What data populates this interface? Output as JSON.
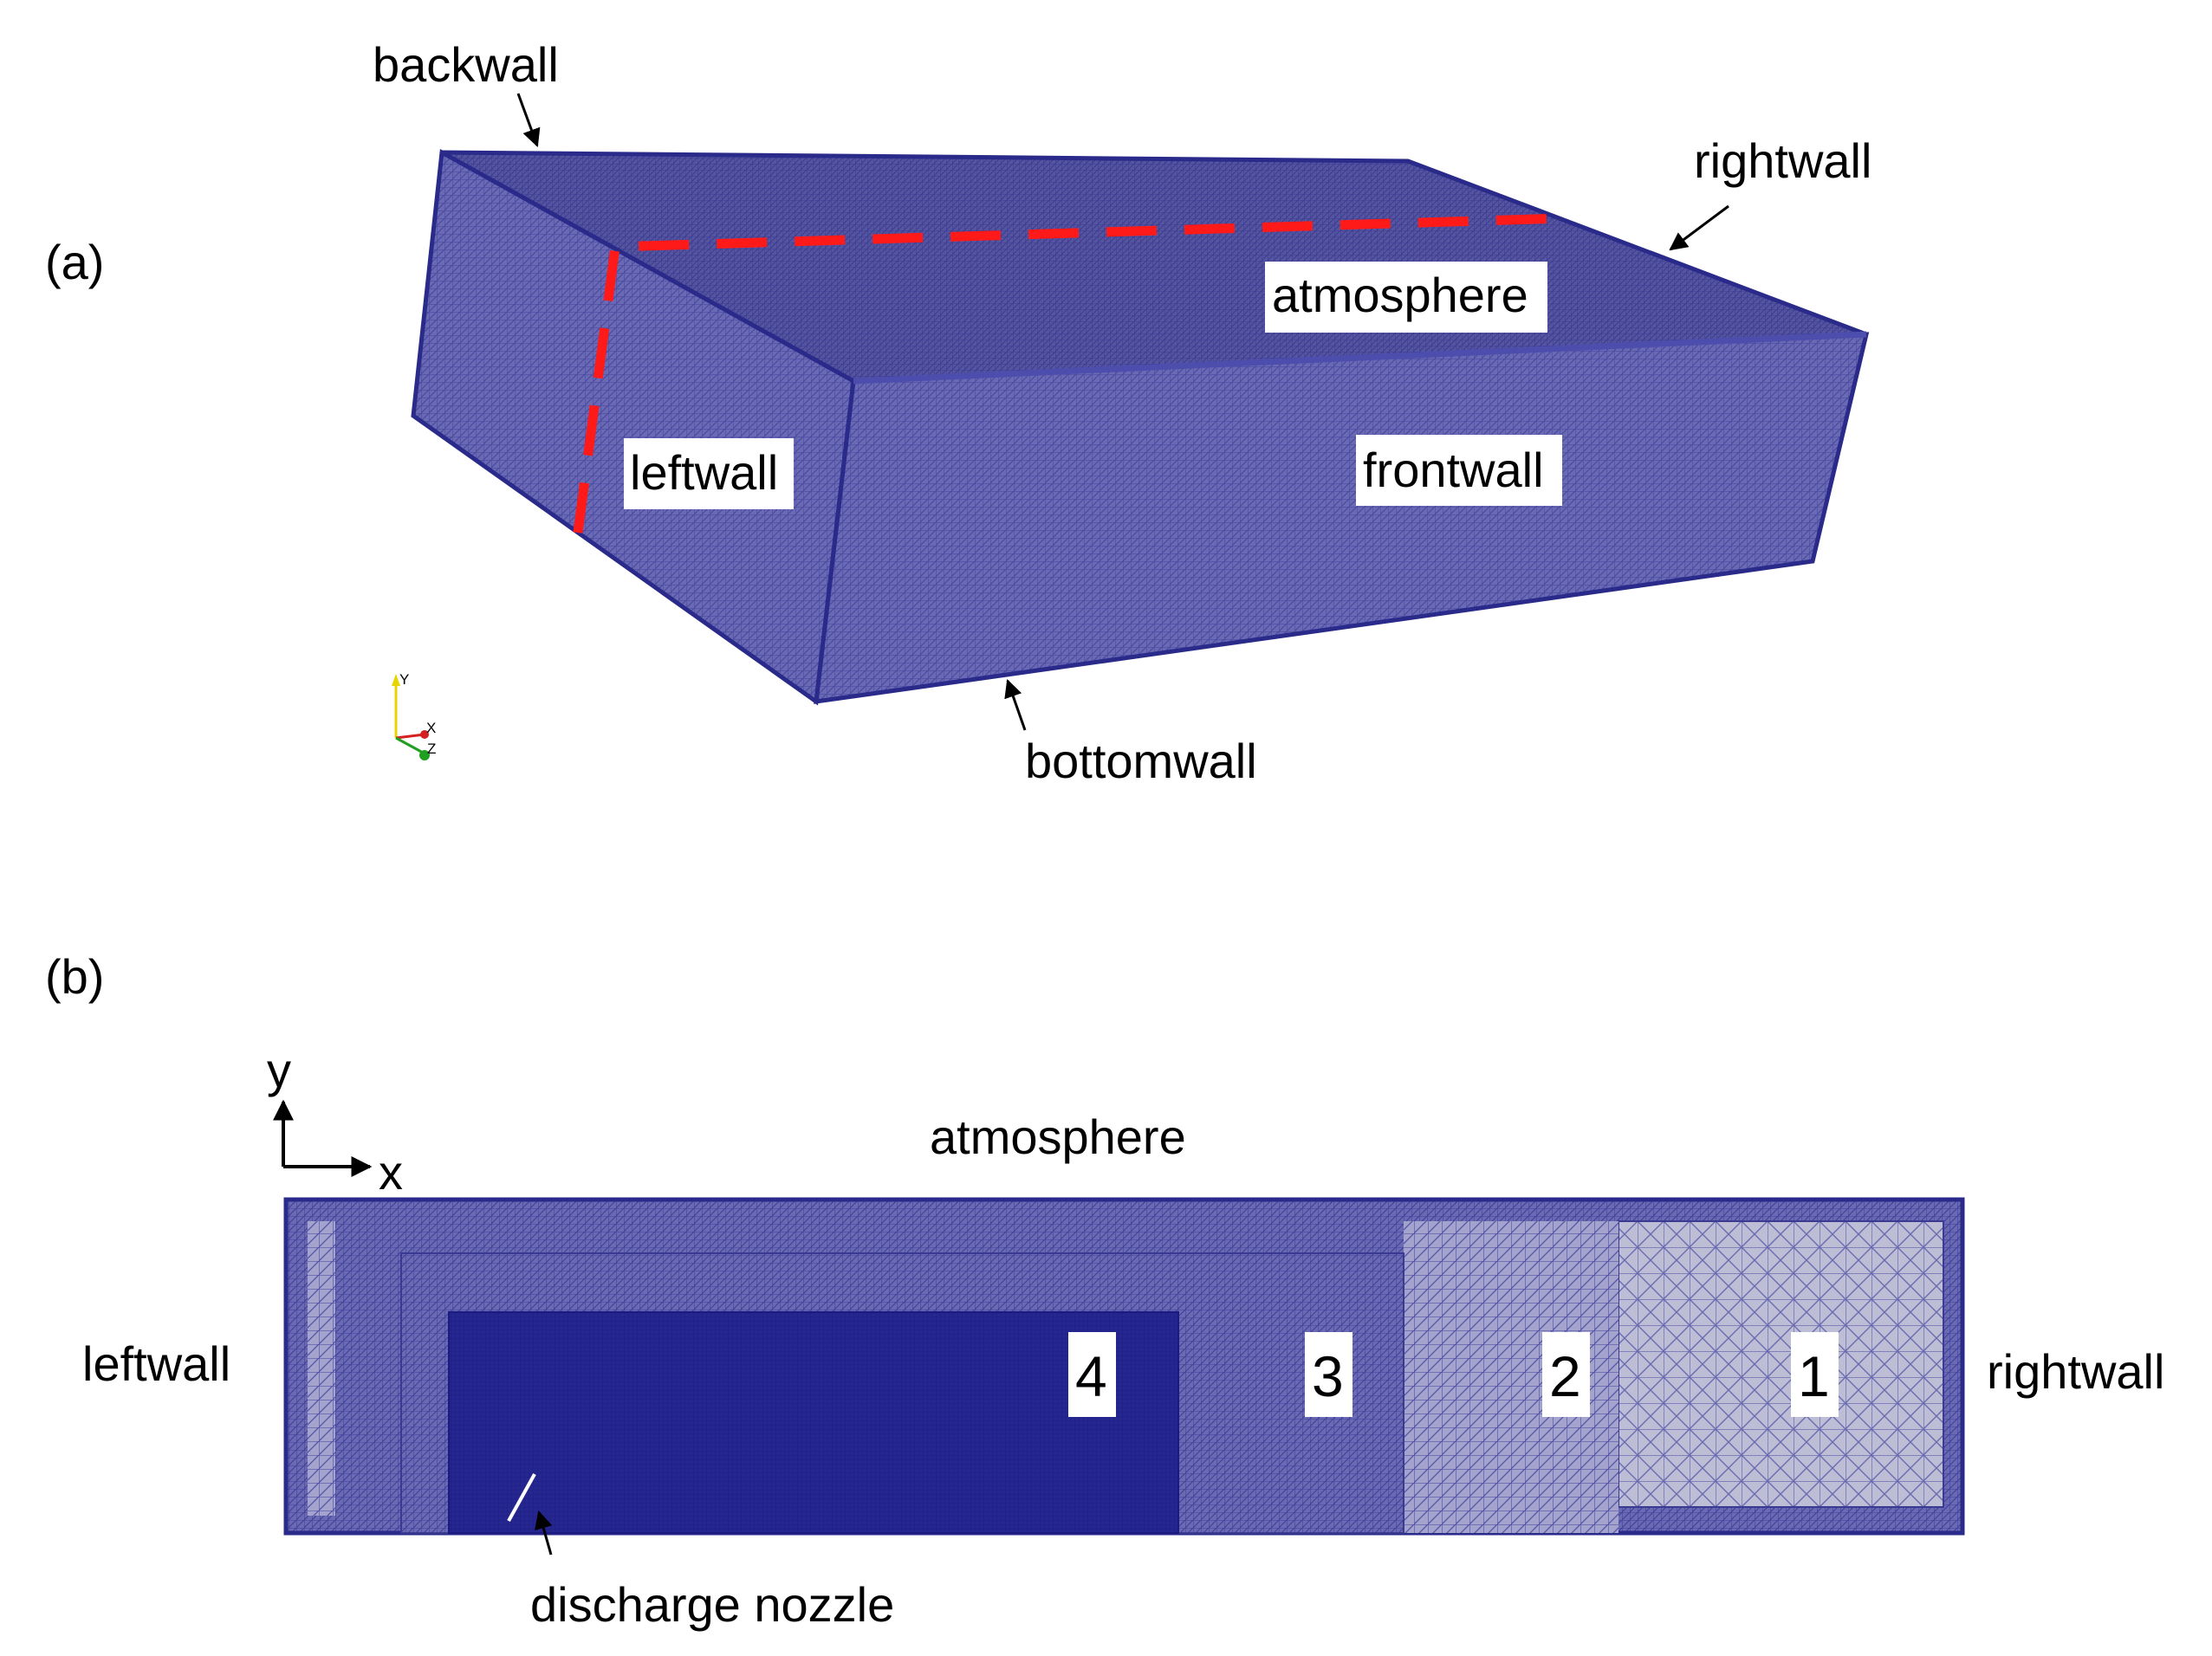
{
  "panel_a": {
    "panel_label": "(a)",
    "labels": {
      "backwall": "backwall",
      "rightwall": "rightwall",
      "atmosphere": "atmosphere",
      "leftwall": "leftwall",
      "frontwall": "frontwall",
      "bottomwall": "bottomwall"
    },
    "triad": {
      "y": "Y",
      "x": "X",
      "z": "Z"
    }
  },
  "panel_b": {
    "panel_label": "(b)",
    "axis": {
      "y": "y",
      "x": "x"
    },
    "labels": {
      "atmosphere": "atmosphere",
      "leftwall": "leftwall",
      "rightwall": "rightwall",
      "discharge_nozzle": "discharge nozzle"
    },
    "zones": [
      "4",
      "3",
      "2",
      "1"
    ]
  },
  "colors": {
    "mesh_edge": "#3d3d9e",
    "mesh_face": "#6e6eb6",
    "mesh_light": "#9b9bc9",
    "mesh_dense": "#23238e",
    "cut_plane": "#ff1a1a",
    "pointer": "#000000"
  }
}
